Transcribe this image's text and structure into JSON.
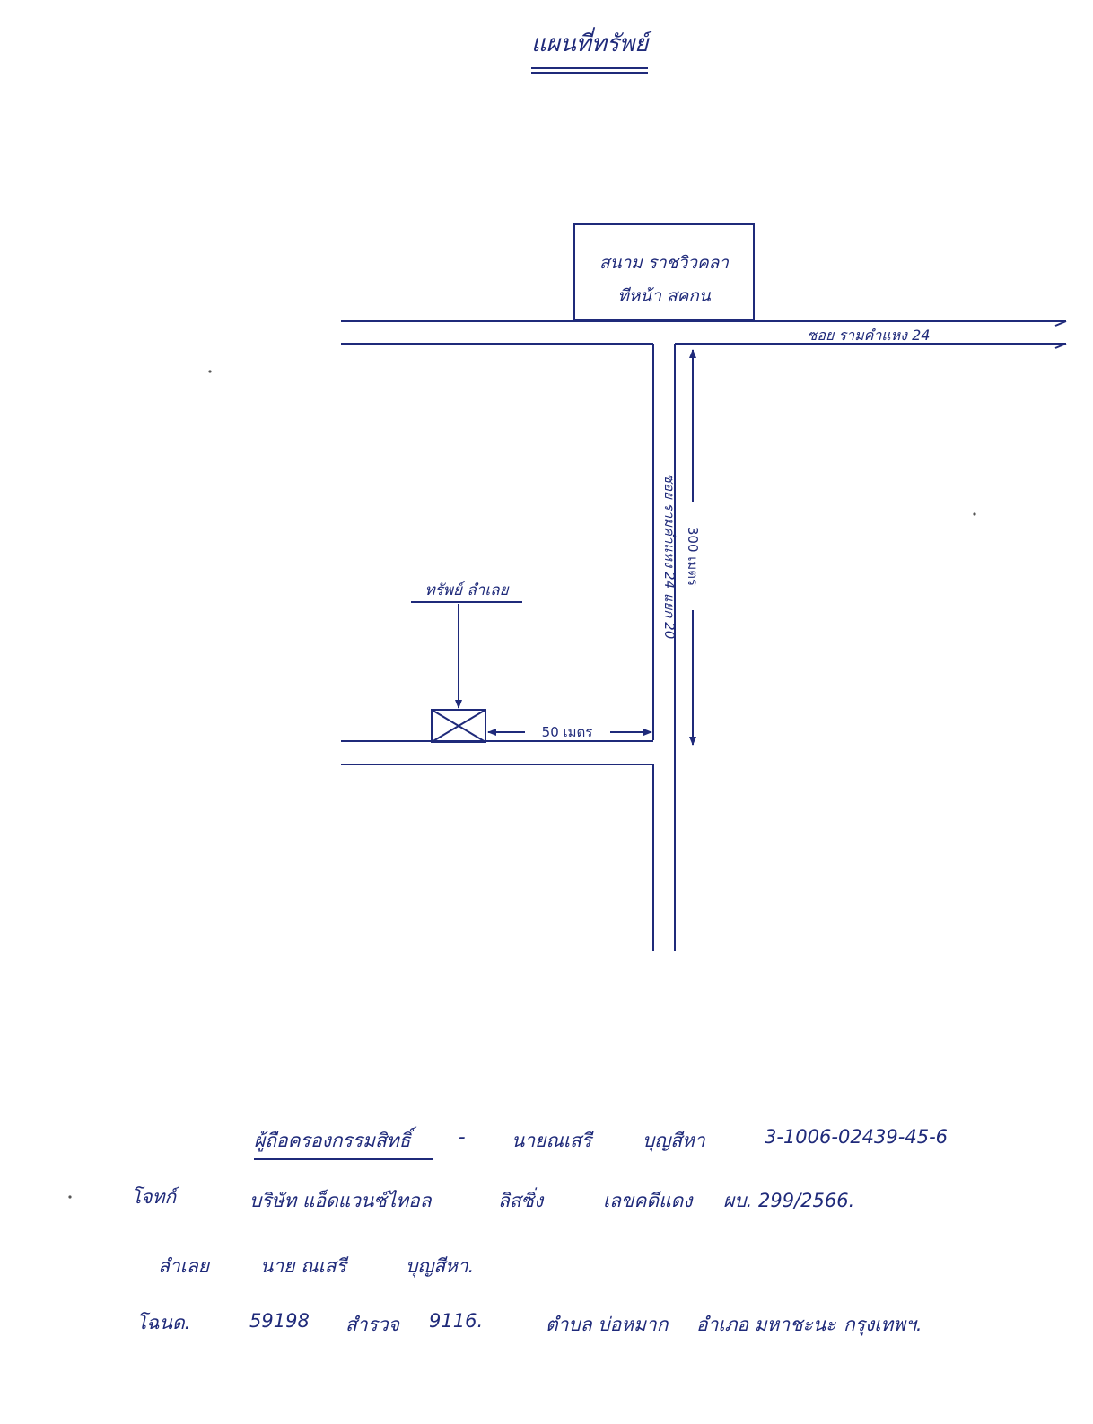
{
  "title": "แผนที่ทรัพย์",
  "map": {
    "building_line1": "สนาม ราชวิวคลา",
    "building_line2": "ทีหน้า สคกน",
    "main_road_label": "ซอย รามคำแหง 24",
    "side_road_label": "ซอย รามคำแหง 24 แยก 20",
    "distance_vertical": "300 เมตร",
    "distance_horizontal": "50 เมตร",
    "property_label": "ทรัพย์ ลำเลย"
  },
  "notes": {
    "owner_label": "ผู้ถือครองกรรมสิทธิ์",
    "owner_dash": "-",
    "owner_name": "นายณเสรี",
    "owner_surname": "บุญสีหา",
    "owner_id": "3-1006-02439-45-6",
    "plaintiff_label": "โจทก์",
    "plaintiff_text": "บริษัท แอ็ดแวนซ์ไทอล",
    "plaintiff_text2": "ลิสซิ่ง",
    "case_text": "เลขคดีแดง",
    "case_no": "ผบ. 299/2566.",
    "debtor_label": "ลำเลย",
    "debtor_name": "นาย ณเสรี",
    "debtor_surname": "บุญสีหา.",
    "deed_label": "โฉนด.",
    "deed_no": "59198",
    "page_label": "สำรวจ",
    "page_no": "9116.",
    "location_text": "ตำบล บ่อหมาก",
    "location_text2": "อำเภอ มหาชะนะ",
    "province_text": "กรุงเทพฯ."
  }
}
